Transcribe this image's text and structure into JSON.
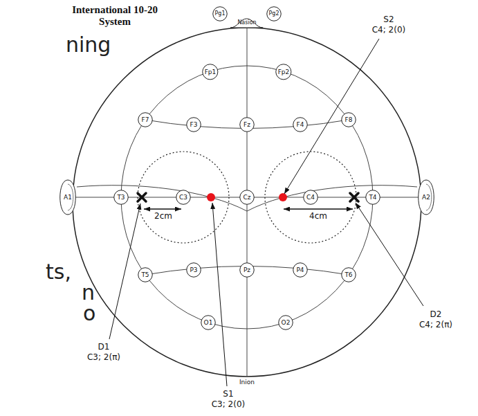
{
  "diagram": {
    "title": "International 10-20 System",
    "nodes": [
      {
        "text": [
          "Pg1"
        ]
      },
      {
        "text": [
          "Nasion"
        ]
      },
      {
        "text": [
          "Pg2"
        ]
      },
      {
        "text": [
          "Fp1"
        ]
      },
      {
        "text": [
          "Fp2"
        ]
      },
      {
        "text": [
          "F7"
        ]
      },
      {
        "text": [
          "F3"
        ]
      },
      {
        "text": [
          "Fz"
        ]
      },
      {
        "text": [
          "F4"
        ]
      },
      {
        "text": [
          "F8"
        ]
      },
      {
        "text": [
          "A1"
        ]
      },
      {
        "text": [
          "T3"
        ]
      },
      {
        "text": [
          "C3"
        ]
      },
      {
        "text": [
          "Cz"
        ]
      },
      {
        "text": [
          "C4"
        ]
      },
      {
        "text": [
          "T4"
        ]
      },
      {
        "text": [
          "A2"
        ]
      },
      {
        "text": [
          "T5"
        ]
      },
      {
        "text": [
          "P3"
        ]
      },
      {
        "text": [
          "Pz"
        ]
      },
      {
        "text": [
          "P4"
        ]
      },
      {
        "text": [
          "T6"
        ]
      },
      {
        "text": [
          "O1"
        ]
      },
      {
        "text": [
          "O2"
        ]
      }
    ],
    "labels": [
      "ning",
      "S2",
      "C4; 2(0)",
      "2cm",
      "4cm",
      "ts,",
      "n",
      "D2",
      "C4; 2(π)",
      "o",
      "D1",
      "C3; 2(π)",
      "Inion",
      "S1",
      "C3; 2(0)"
    ]
  }
}
